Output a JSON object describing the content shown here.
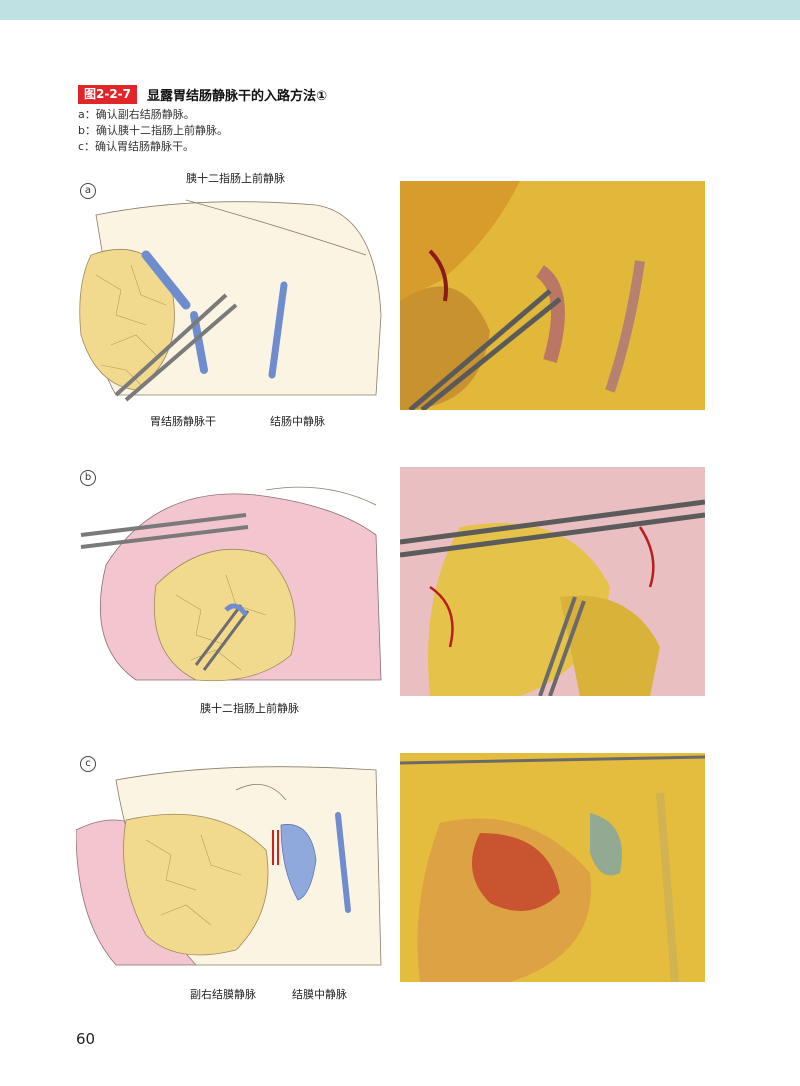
{
  "figure": {
    "number": "图2-2-7",
    "title": "显露胃结肠静脉干的入路方法①",
    "captions": [
      "a：确认副右结肠静脉。",
      "b：确认胰十二指肠上前静脉。",
      "c：确认胃结肠静脉干。"
    ]
  },
  "panels": {
    "a": {
      "label": "a",
      "labels": [
        "胰十二指肠上前静脉",
        "胃结肠静脉干",
        "结肠中静脉"
      ]
    },
    "b": {
      "label": "b",
      "labels": [
        "胰十二指肠上前静脉"
      ]
    },
    "c": {
      "label": "c",
      "labels": [
        "副右结膜静脉",
        "结膜中静脉"
      ]
    }
  },
  "page_number": "60",
  "colors": {
    "top_band": "#bfe1e4",
    "figure_badge": "#e0262a",
    "vein_blue": "#8fa9dd",
    "fat_yellow": "#f1d98e",
    "tissue_pink": "#f3c5cf"
  }
}
